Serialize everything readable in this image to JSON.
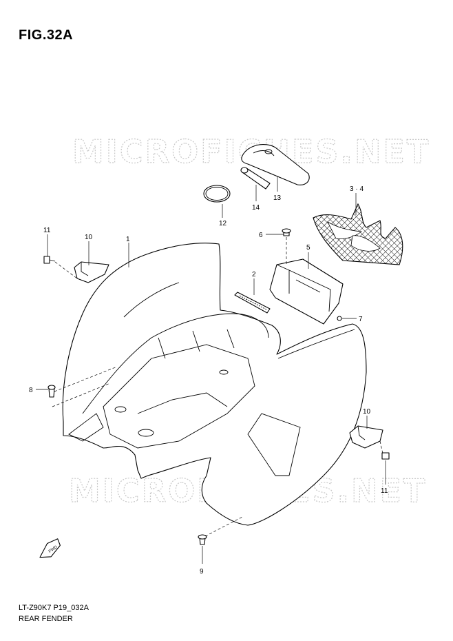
{
  "figure_label": "FIG.32A",
  "watermark": "MICROFICHES.NET",
  "footer": {
    "code": "LT-Z90K7 P19_032A",
    "title": "REAR FENDER"
  },
  "callouts": {
    "c1": "1",
    "c2": "2",
    "c34": "3 · 4",
    "c5": "5",
    "c6": "6",
    "c7": "7",
    "c8": "8",
    "c9": "9",
    "c10a": "10",
    "c10b": "10",
    "c11a": "11",
    "c11b": "11",
    "c12": "12",
    "c13": "13",
    "c14": "14"
  },
  "fwd_arrow_label": "FWD",
  "colors": {
    "line": "#000000",
    "watermark": "#c8c8c8",
    "background": "#ffffff"
  }
}
